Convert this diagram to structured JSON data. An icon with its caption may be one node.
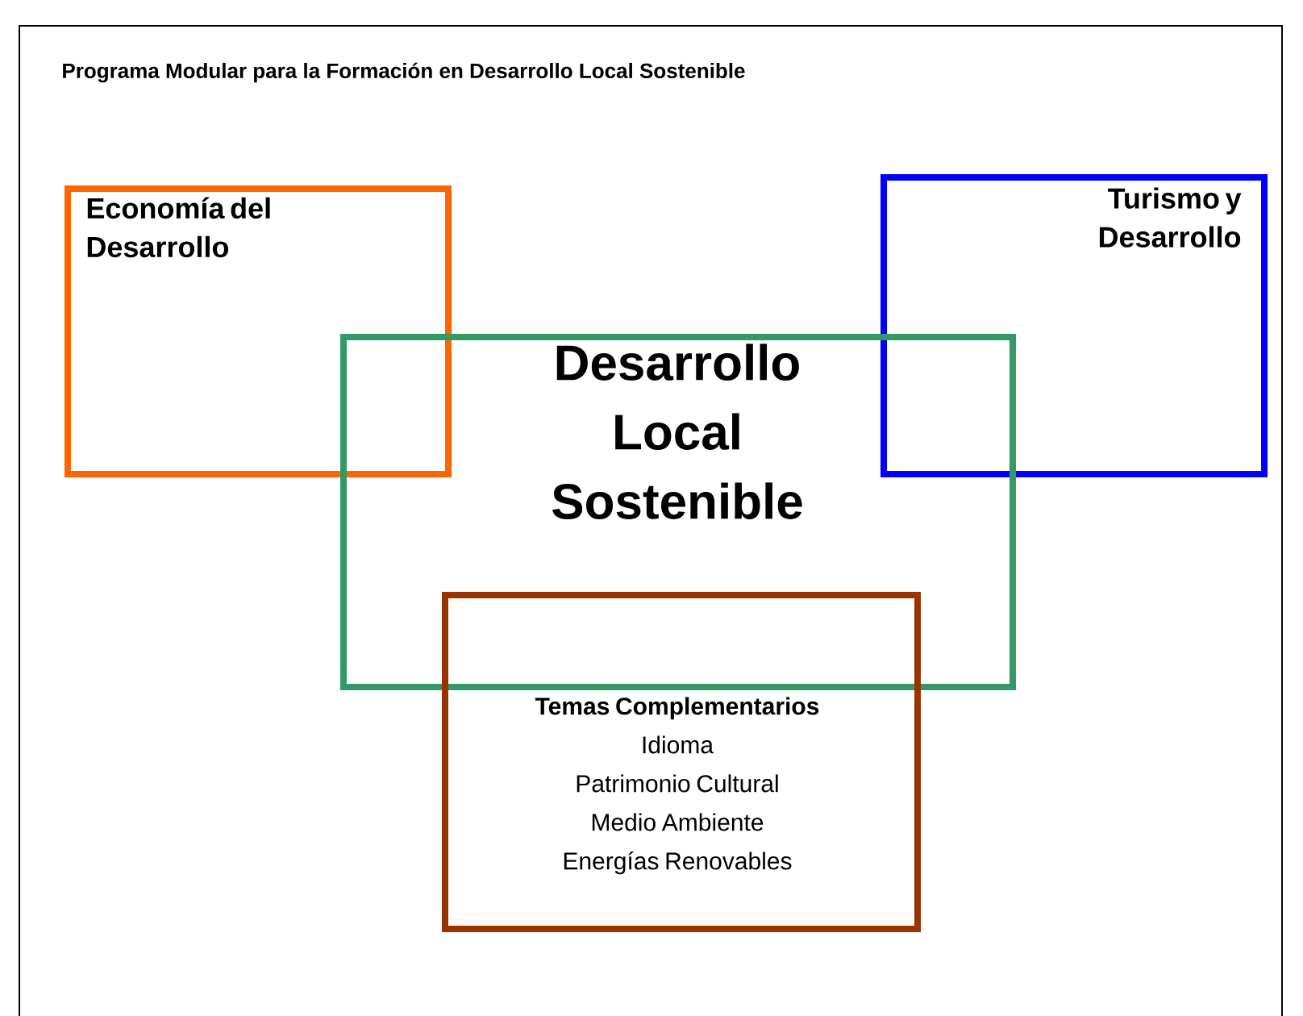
{
  "diagram": {
    "title": "Programa Modular para la Formación en Desarrollo Local Sostenible",
    "nodes": [
      {
        "text": [
          "Economía del Desarrollo"
        ]
      },
      {
        "text": [
          "Turismo y Desarrollo"
        ]
      },
      {
        "text": [
          "Desarrollo Local Sostenible"
        ]
      },
      {
        "text": [
          "Temas Complementarios",
          "Idioma",
          "Patrimonio Cultural",
          "Medio Ambiente",
          "Energías Renovables"
        ]
      }
    ]
  }
}
